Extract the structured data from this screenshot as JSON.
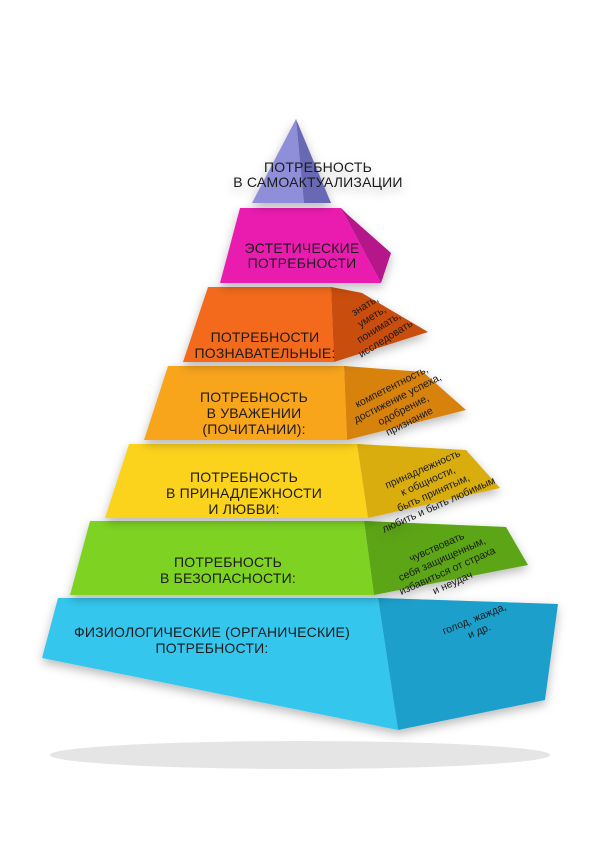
{
  "pyramid": {
    "levels": [
      {
        "id": "self-actualization",
        "front_lines": [
          "ПОТРЕБНОСТЬ",
          "В САМОАКТУАЛИЗАЦИИ"
        ],
        "side_lines": [],
        "colors": {
          "front": "#8f8ed8",
          "side": "#6867b5",
          "top": "#a9a8e6"
        }
      },
      {
        "id": "aesthetic",
        "front_lines": [
          "ЭСТЕТИЧЕСКИЕ",
          "ПОТРЕБНОСТИ"
        ],
        "side_lines": [],
        "colors": {
          "front": "#ea1cb0",
          "side": "#b5128a",
          "top": "#f45fcc"
        }
      },
      {
        "id": "cognitive",
        "front_lines": [
          "ПОТРЕБНОСТИ",
          "ПОЗНАВАТЕЛЬНЫЕ:"
        ],
        "side_lines": [
          "знать,",
          "уметь,",
          "понимать,",
          "исследовать"
        ],
        "colors": {
          "front": "#f36a1c",
          "side": "#c94d0f",
          "top": "#f88f4f"
        }
      },
      {
        "id": "esteem",
        "front_lines": [
          "ПОТРЕБНОСТЬ",
          "В УВАЖЕНИИ",
          "(ПОЧИТАНИИ):"
        ],
        "side_lines": [
          "компетентность,",
          "достижение успеха,",
          "одобрение,",
          "признание"
        ],
        "colors": {
          "front": "#f8a51c",
          "side": "#d6820c",
          "top": "#fbc25a"
        }
      },
      {
        "id": "belonging",
        "front_lines": [
          "ПОТРЕБНОСТЬ",
          "В ПРИНАДЛЕЖНОСТИ",
          "И ЛЮБВИ:"
        ],
        "side_lines": [
          "принадлежность",
          "к общности,",
          "быть принятым,",
          "любить и быть любимым"
        ],
        "colors": {
          "front": "#fbd21e",
          "side": "#d9ad0c",
          "top": "#fde469"
        }
      },
      {
        "id": "safety",
        "front_lines": [
          "ПОТРЕБНОСТЬ",
          "В БЕЗОПАСНОСТИ:"
        ],
        "side_lines": [
          "чувствовать",
          "себя защищенным,",
          "избавиться от страха",
          "и неудач"
        ],
        "colors": {
          "front": "#7ed321",
          "side": "#5ba515",
          "top": "#a3e25c"
        }
      },
      {
        "id": "physiological",
        "front_lines": [
          "ФИЗИОЛОГИЧЕСКИЕ (ОРГАНИЧЕСКИЕ)",
          "ПОТРЕБНОСТИ:"
        ],
        "side_lines": [
          "голод, жажда,",
          "и др."
        ],
        "colors": {
          "front": "#35c6ee",
          "side": "#1c9fcb",
          "top": "#72d8f4"
        }
      }
    ]
  }
}
